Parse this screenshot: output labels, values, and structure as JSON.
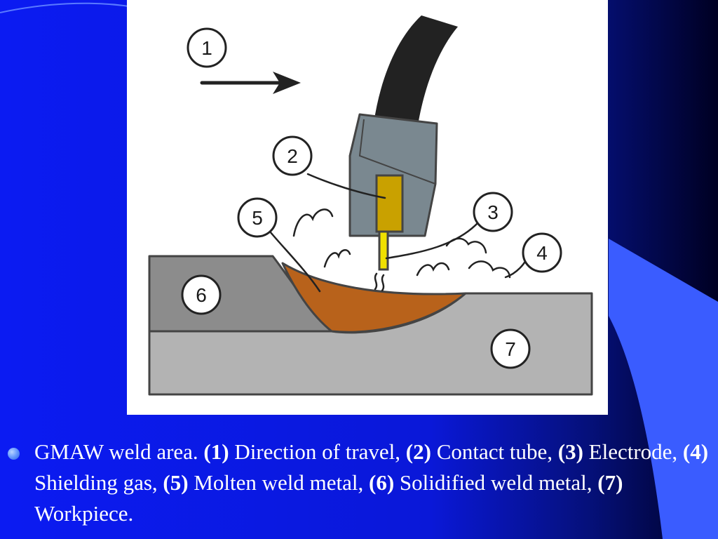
{
  "caption": {
    "lead": "GMAW weld area.",
    "items": [
      {
        "num": "(1)",
        "text": " Direction of travel,"
      },
      {
        "num": "(2)",
        "text": " Contact tube,"
      },
      {
        "num": "(3)",
        "text": " Electrode,"
      },
      {
        "num": "(4)",
        "text": " Shielding gas,"
      },
      {
        "num": "(5)",
        "text": " Molten weld metal,"
      },
      {
        "num": "(6)",
        "text": " Solidified weld metal,"
      },
      {
        "num": "(7)",
        "text": " Workpiece."
      }
    ]
  },
  "diagram": {
    "markers": [
      "1",
      "2",
      "3",
      "4",
      "5",
      "6",
      "7"
    ]
  },
  "colors": {
    "background": "#0b1bf2",
    "background_dark": "#000030",
    "accent_band": "#3a5cff",
    "text": "#ffffff",
    "torch_body": "#7a8890",
    "contact_tube": "#c9a100",
    "electrode": "#f0e000",
    "molten_metal": "#b8621b",
    "solidified_metal": "#8c8c8c",
    "workpiece": "#b3b3b3",
    "cable": "#222222"
  }
}
